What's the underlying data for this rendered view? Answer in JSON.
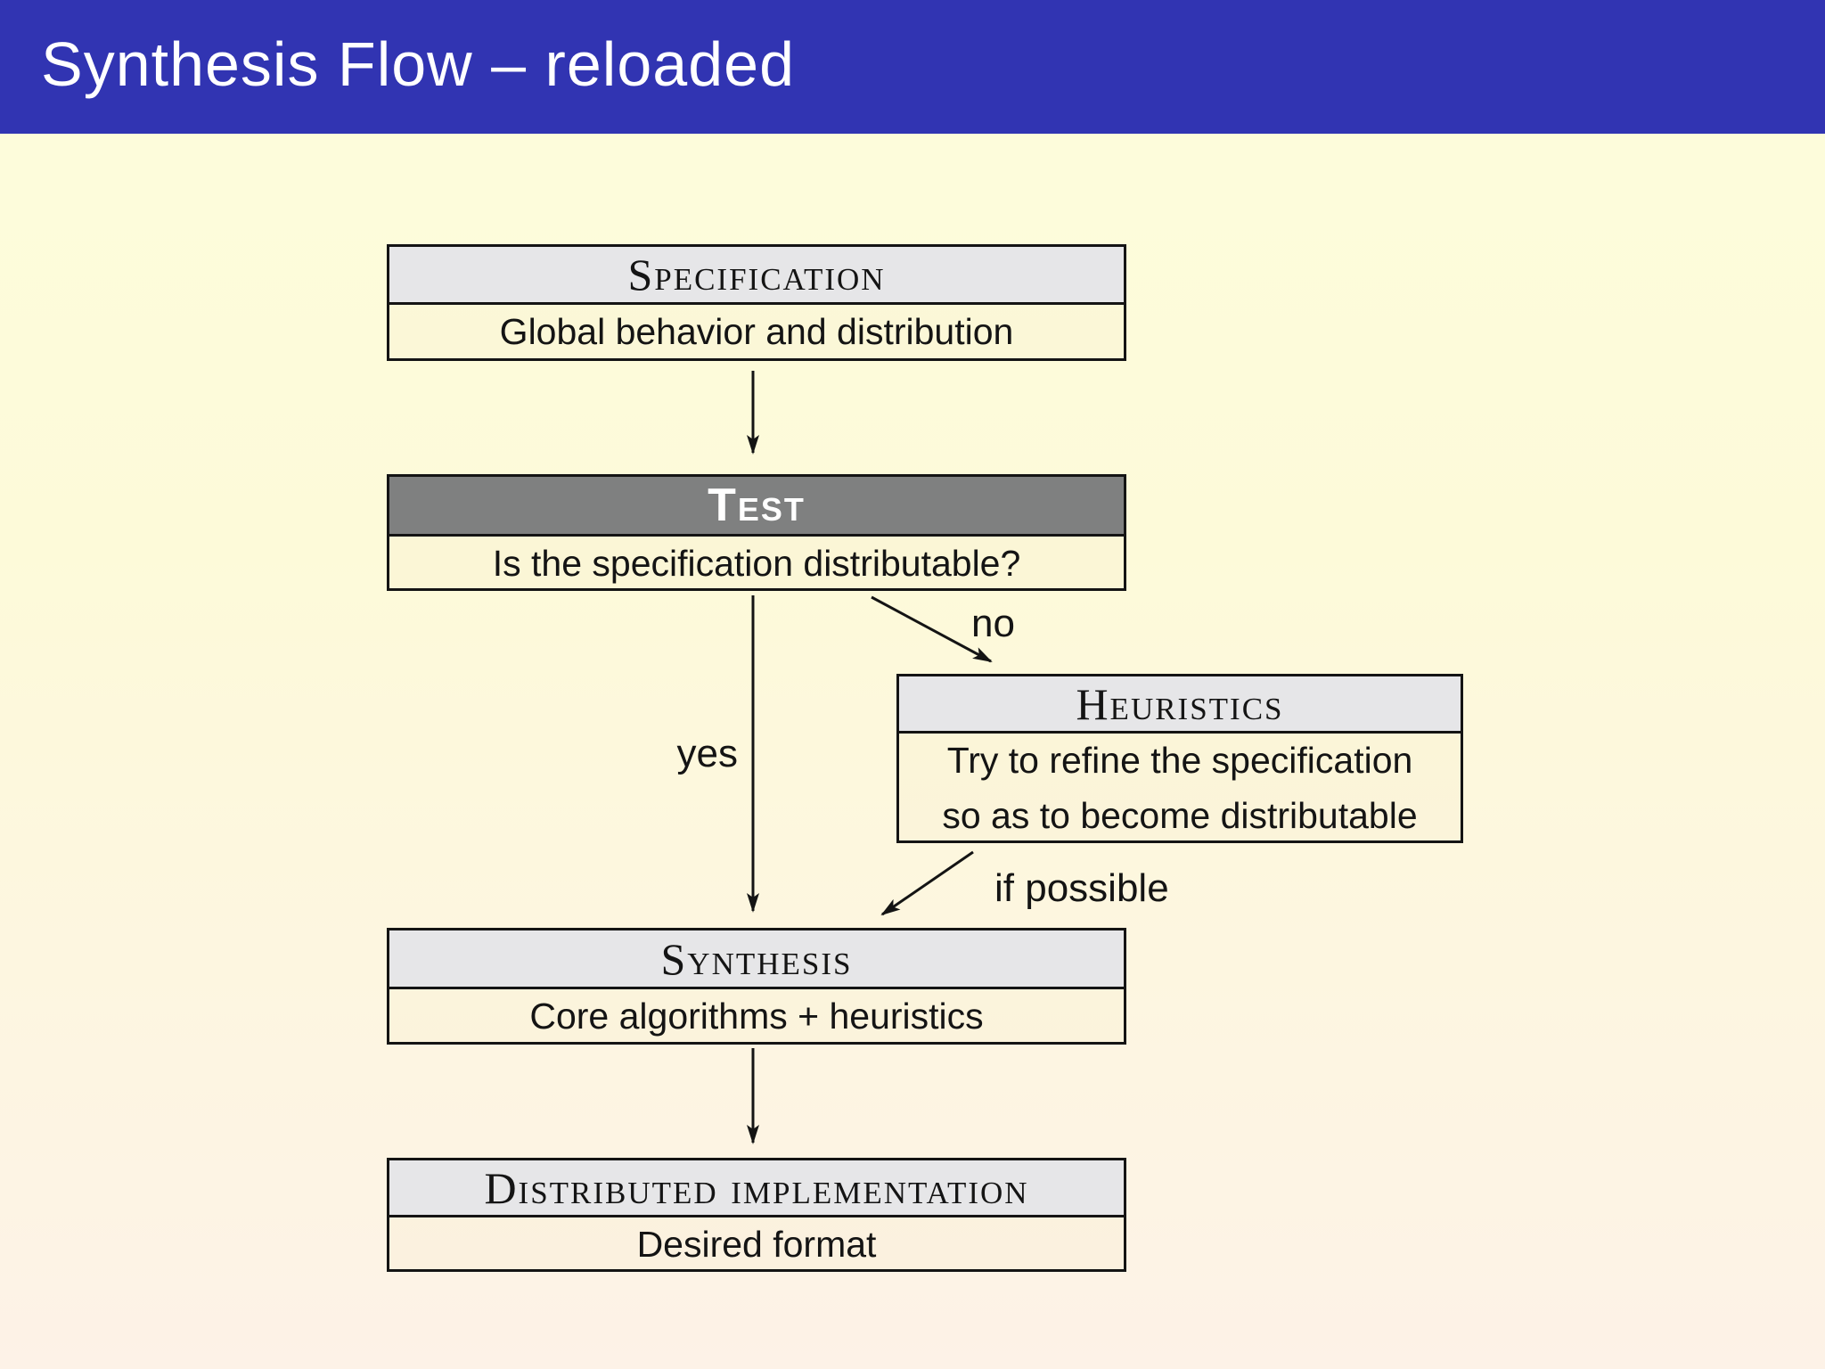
{
  "slide": {
    "title": "Synthesis Flow – reloaded"
  },
  "palette": {
    "header_blue": "#3134b2",
    "background_top": "#fdfddc",
    "background_bottom": "#fdf2e7",
    "box_header_light": "#e6e6e8",
    "box_header_dark": "#7f8080",
    "line_ink": "#141414"
  },
  "flowchart": {
    "nodes": [
      {
        "id": "specification",
        "header": "Specification",
        "header_style": "light",
        "body_lines": [
          "Global behavior and distribution"
        ]
      },
      {
        "id": "test",
        "header": "Test",
        "header_style": "dark",
        "body_lines": [
          "Is the specification distributable?"
        ]
      },
      {
        "id": "heuristics",
        "header": "Heuristics",
        "header_style": "light",
        "body_lines": [
          "Try to refine the specification",
          "so as to become distributable"
        ]
      },
      {
        "id": "synthesis",
        "header": "Synthesis",
        "header_style": "light",
        "body_lines": [
          "Core algorithms + heuristics"
        ]
      },
      {
        "id": "distributed-implementation",
        "header": "Distributed implementation",
        "header_style": "light",
        "body_lines": [
          "Desired format"
        ]
      }
    ],
    "edges": [
      {
        "from": "specification",
        "to": "test",
        "label": ""
      },
      {
        "from": "test",
        "to": "synthesis",
        "label": "yes"
      },
      {
        "from": "test",
        "to": "heuristics",
        "label": "no"
      },
      {
        "from": "heuristics",
        "to": "synthesis",
        "label": "if possible"
      },
      {
        "from": "synthesis",
        "to": "distributed-implementation",
        "label": ""
      }
    ]
  }
}
